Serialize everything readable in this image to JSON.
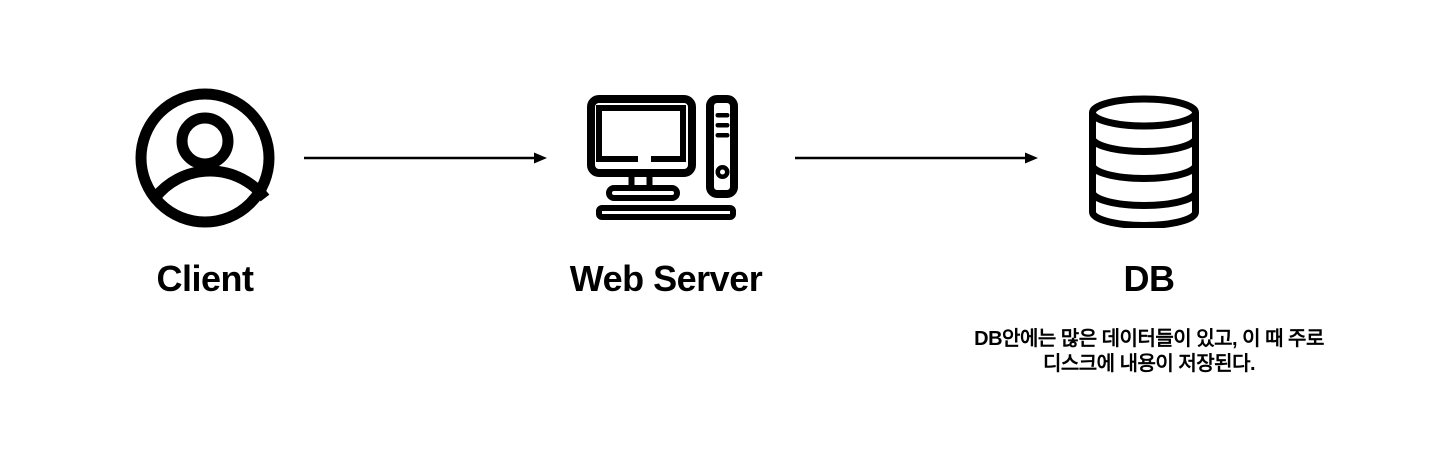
{
  "page": {
    "background": "#ffffff",
    "ink_color": "#000000"
  },
  "diagram": {
    "nodes": [
      {
        "id": "client",
        "label": "Client",
        "icon": "user-circle-icon"
      },
      {
        "id": "web_server",
        "label": "Web Server",
        "icon": "desktop-computer-icon"
      },
      {
        "id": "db",
        "label": "DB",
        "icon": "database-icon"
      }
    ],
    "edges": [
      {
        "from": "client",
        "to": "web_server",
        "shape": "right-arrow"
      },
      {
        "from": "web_server",
        "to": "db",
        "shape": "right-arrow"
      }
    ],
    "db_note_lines": [
      "DB안에는 많은 데이터들이 있고, 이 때 주로",
      "디스크에 내용이 저장된다."
    ]
  }
}
